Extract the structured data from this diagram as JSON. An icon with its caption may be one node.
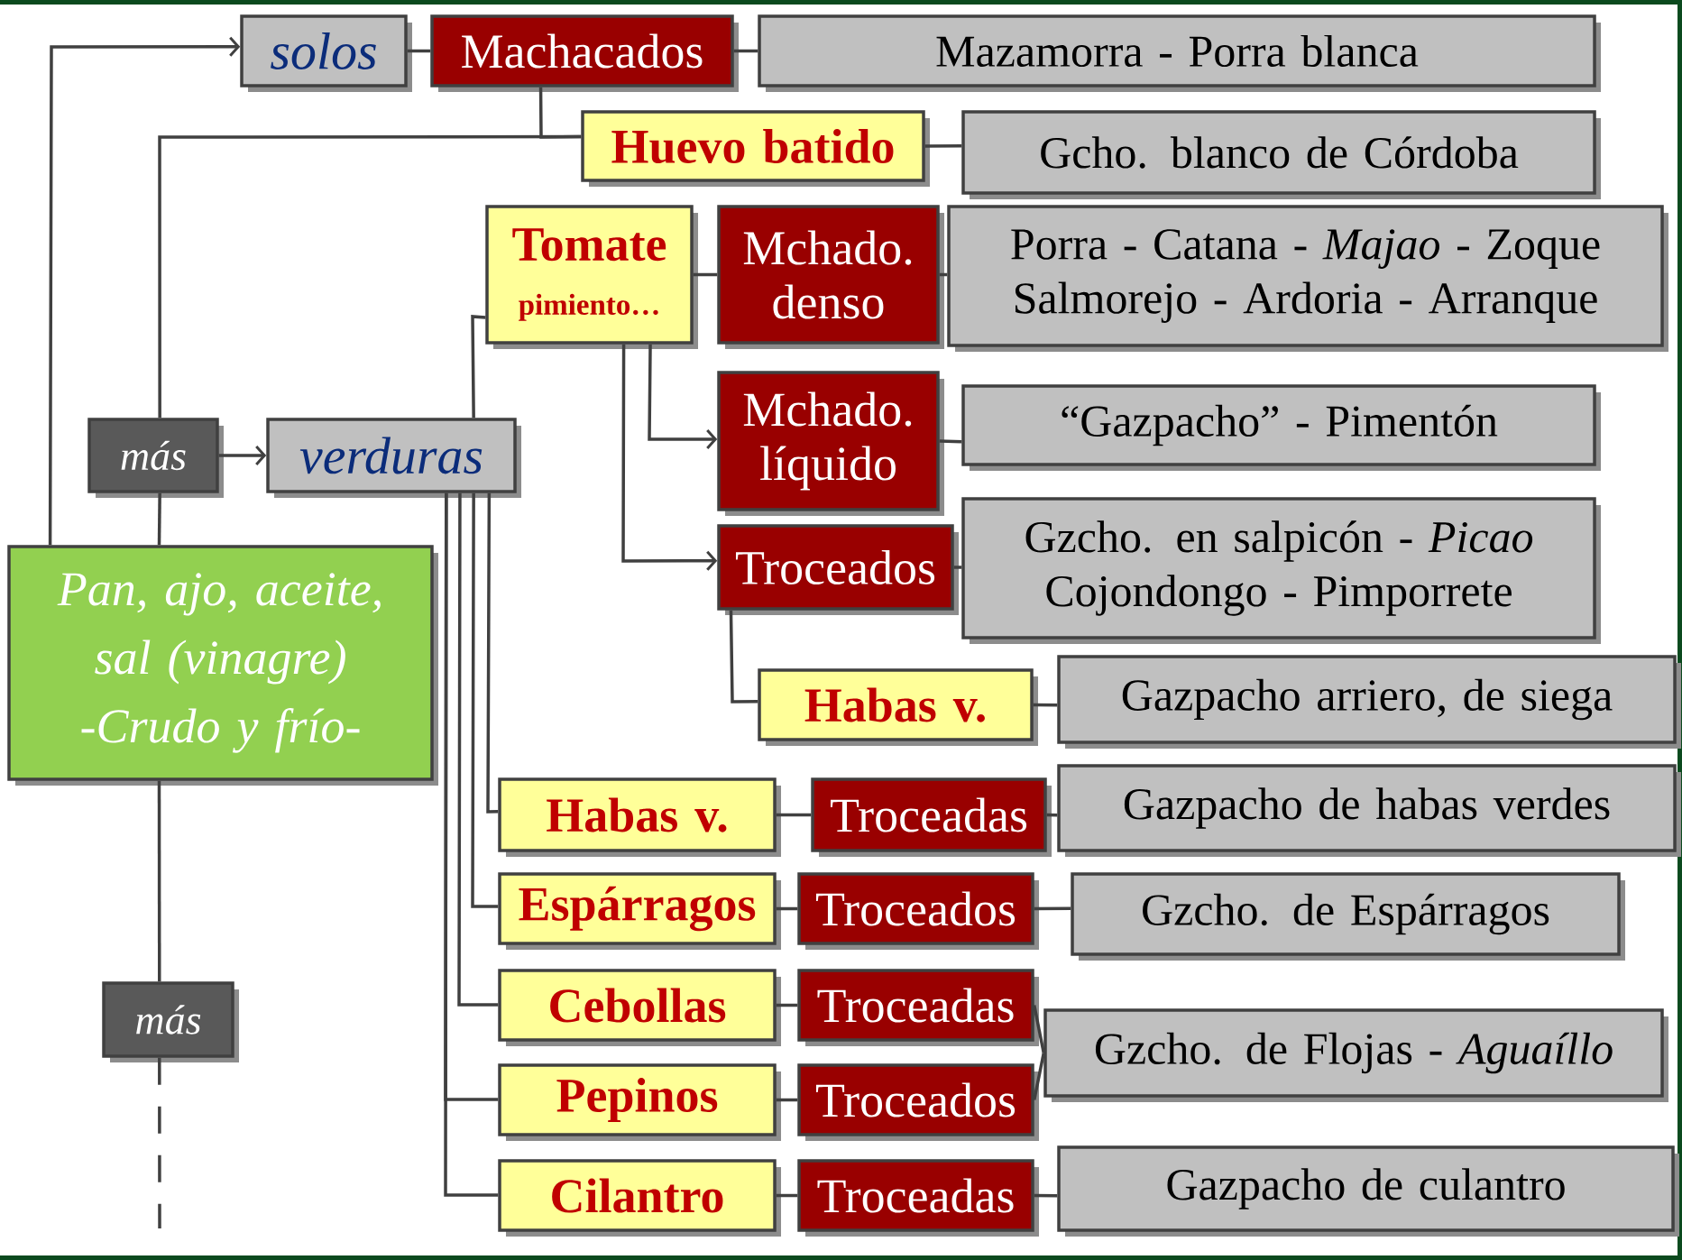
{
  "diagram": {
    "nodes": [
      {
        "text": [
          "solos"
        ]
      },
      {
        "text": [
          "Machacados"
        ]
      },
      {
        "text": [
          "Mazamorra - Porra blanca"
        ]
      },
      {
        "text": [
          "Huevo batido"
        ]
      },
      {
        "text": [
          "Gcho. blanco de Córdoba"
        ]
      },
      {
        "text": [
          "Tomate",
          "pimiento…"
        ]
      },
      {
        "text": [
          "Mchado. denso"
        ]
      },
      {
        "text": [
          "Porra - Catana - *Majao* - Zoque Salmorejo - Ardoria - Arranque"
        ]
      },
      {
        "text": [
          "más"
        ]
      },
      {
        "text": [
          "verduras"
        ]
      },
      {
        "text": [
          "Mchado. líquido"
        ]
      },
      {
        "text": [
          "“Gazpacho” - Pimentón"
        ]
      },
      {
        "text": [
          "Troceados"
        ]
      },
      {
        "text": [
          "Gzcho. en salpicón - *Picao* Cojondongo - Pimporrete"
        ]
      },
      {
        "text": [
          "Pan, ajo, aceite, sal (vinagre) -Crudo y frío-"
        ]
      },
      {
        "text": [
          "Habas v."
        ]
      },
      {
        "text": [
          "Gazpacho arriero, de siega"
        ]
      },
      {
        "text": [
          "Habas v."
        ]
      },
      {
        "text": [
          "Troceadas"
        ]
      },
      {
        "text": [
          "Gazpacho de habas verdes"
        ]
      },
      {
        "text": [
          "Espárragos"
        ]
      },
      {
        "text": [
          "Troceados"
        ]
      },
      {
        "text": [
          "Gzcho. de Espárragos"
        ]
      },
      {
        "text": [
          "Cebollas"
        ]
      },
      {
        "text": [
          "Troceadas"
        ]
      },
      {
        "text": [
          "Gzcho. de Flojas - *Aguaíllo*"
        ]
      },
      {
        "text": [
          "Pepinos"
        ]
      },
      {
        "text": [
          "Troceados"
        ]
      },
      {
        "text": [
          "Cilantro"
        ]
      },
      {
        "text": [
          "Troceadas"
        ]
      },
      {
        "text": [
          "Gazpacho de culantro"
        ]
      },
      {
        "text": [
          "más"
        ]
      }
    ],
    "edges": [
      {
        "from": 14,
        "to": 0,
        "arrow": "to"
      },
      {
        "from": 0,
        "to": 1,
        "arrow": "none"
      },
      {
        "from": 1,
        "to": 2,
        "arrow": "none"
      },
      {
        "from": 8,
        "to": 3,
        "arrow": "none"
      },
      {
        "from": 1,
        "to": 3,
        "arrow": "none"
      },
      {
        "from": 3,
        "to": 4,
        "arrow": "none"
      },
      {
        "from": 14,
        "to": 8,
        "arrow": "none"
      },
      {
        "from": 8,
        "to": 9,
        "arrow": "to"
      },
      {
        "from": 9,
        "to": 5,
        "arrow": "none"
      },
      {
        "from": 5,
        "to": 6,
        "arrow": "none"
      },
      {
        "from": 6,
        "to": 7,
        "arrow": "none"
      },
      {
        "from": 5,
        "to": 10,
        "arrow": "to"
      },
      {
        "from": 5,
        "to": 12,
        "arrow": "to"
      },
      {
        "from": 10,
        "to": 11,
        "arrow": "none"
      },
      {
        "from": 12,
        "to": 13,
        "arrow": "none"
      },
      {
        "from": 12,
        "to": 15,
        "arrow": "none"
      },
      {
        "from": 15,
        "to": 16,
        "arrow": "none"
      },
      {
        "from": 9,
        "to": 17,
        "arrow": "none"
      },
      {
        "from": 17,
        "to": 18,
        "arrow": "none"
      },
      {
        "from": 18,
        "to": 19,
        "arrow": "none"
      },
      {
        "from": 9,
        "to": 20,
        "arrow": "none"
      },
      {
        "from": 20,
        "to": 21,
        "arrow": "none"
      },
      {
        "from": 21,
        "to": 22,
        "arrow": "none"
      },
      {
        "from": 9,
        "to": 23,
        "arrow": "none"
      },
      {
        "from": 23,
        "to": 24,
        "arrow": "none"
      },
      {
        "from": 24,
        "to": 25,
        "arrow": "none"
      },
      {
        "from": 9,
        "to": 26,
        "arrow": "none"
      },
      {
        "from": 26,
        "to": 27,
        "arrow": "none"
      },
      {
        "from": 27,
        "to": 25,
        "arrow": "none"
      },
      {
        "from": 9,
        "to": 28,
        "arrow": "none"
      },
      {
        "from": 28,
        "to": 29,
        "arrow": "none"
      },
      {
        "from": 29,
        "to": 30,
        "arrow": "none"
      },
      {
        "from": 14,
        "to": 31,
        "arrow": "none"
      },
      {
        "from": 31,
        "to": null,
        "arrow": "none",
        "style": "dashed"
      }
    ]
  }
}
